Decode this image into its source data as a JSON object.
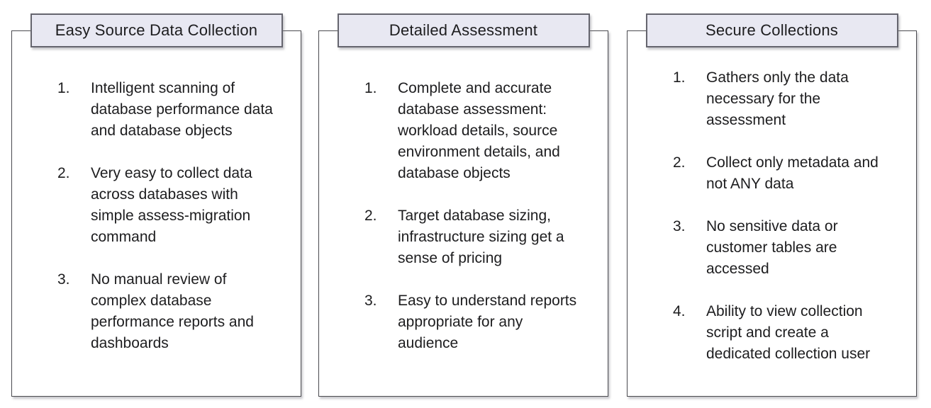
{
  "colors": {
    "title_box_fill": "#e8e8f2",
    "title_box_border": "#65656e",
    "panel_border": "#4b4b50",
    "text": "#1d1d1f",
    "background": "#ffffff"
  },
  "panels": [
    {
      "title": "Easy Source Data Collection",
      "items": [
        {
          "num": "1.",
          "text": "Intelligent scanning of\ndatabase performance data\nand database objects"
        },
        {
          "num": "2.",
          "text": "Very easy to collect data\nacross databases with\nsimple assess-migration\ncommand"
        },
        {
          "num": "3.",
          "text": "No manual review of\ncomplex database\nperformance reports and\ndashboards"
        }
      ]
    },
    {
      "title": "Detailed Assessment",
      "items": [
        {
          "num": "1.",
          "text": "Complete and accurate\ndatabase assessment:\nworkload details, source\nenvironment details, and\ndatabase objects"
        },
        {
          "num": "2.",
          "text": "Target database sizing,\ninfrastructure sizing get a\nsense of pricing"
        },
        {
          "num": "3.",
          "text": "Easy to understand reports\nappropriate for any\naudience"
        }
      ]
    },
    {
      "title": "Secure Collections",
      "items": [
        {
          "num": "1.",
          "text": "Gathers only the data\nnecessary for the\nassessment"
        },
        {
          "num": "2.",
          "text": "Collect only metadata and\nnot ANY data"
        },
        {
          "num": "3.",
          "text": "No sensitive data or\ncustomer tables are\naccessed"
        },
        {
          "num": "4.",
          "text": "Ability to view collection\nscript and create a\ndedicated collection user"
        }
      ]
    }
  ]
}
